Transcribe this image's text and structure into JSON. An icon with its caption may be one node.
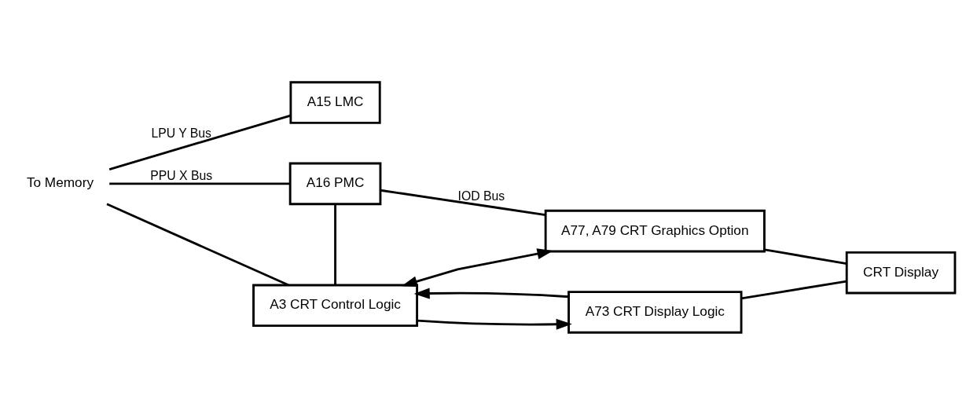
{
  "diagram": {
    "nodes": [
      {
        "text": [
          "To Memory"
        ]
      },
      {
        "text": [
          "A15 LMC"
        ]
      },
      {
        "text": [
          "A16 PMC"
        ]
      },
      {
        "text": [
          "A77, A79 CRT Graphics Option"
        ]
      },
      {
        "text": [
          "A3 CRT Control Logic"
        ]
      },
      {
        "text": [
          "A73 CRT Display Logic"
        ]
      },
      {
        "text": [
          "CRT Display"
        ]
      }
    ],
    "edges": [
      {
        "from": 0,
        "to": 1,
        "arrow": "none",
        "label": "LPU Y Bus"
      },
      {
        "from": 0,
        "to": 2,
        "arrow": "none",
        "label": "PPU X Bus"
      },
      {
        "from": 0,
        "to": 4,
        "arrow": "none"
      },
      {
        "from": 2,
        "to": 4,
        "arrow": "none"
      },
      {
        "from": 2,
        "to": 3,
        "arrow": "none",
        "label": "IOD Bus"
      },
      {
        "from": 4,
        "to": 3,
        "arrow": "both"
      },
      {
        "from": 4,
        "to": 5,
        "arrow": "to"
      },
      {
        "from": 5,
        "to": 4,
        "arrow": "to"
      },
      {
        "from": 3,
        "to": 6,
        "arrow": "none"
      },
      {
        "from": 5,
        "to": 6,
        "arrow": "none"
      }
    ]
  }
}
